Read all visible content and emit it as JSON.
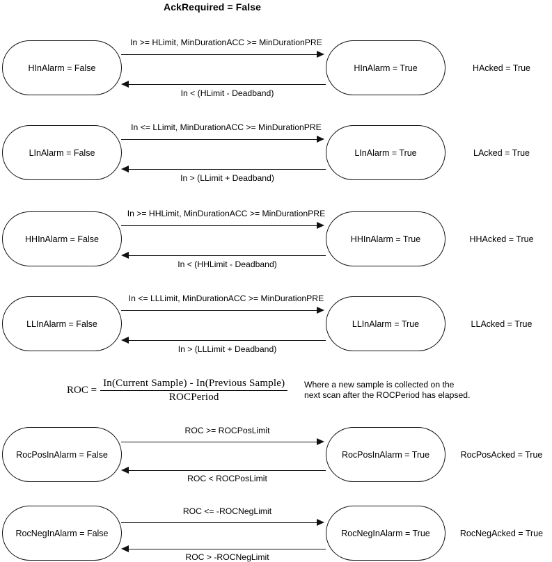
{
  "title": "AckRequired = False",
  "formula": {
    "lhs": "ROC =",
    "numerator": "In(Current Sample) - In(Previous Sample)",
    "denominator": "ROCPeriod"
  },
  "note": {
    "line1": "Where a new sample is collected on the",
    "line2": "next scan after the ROCPeriod has elapsed."
  },
  "rows": [
    {
      "left_state": "HInAlarm = False",
      "right_state": "HInAlarm = True",
      "acked": "HAcked = True",
      "forward_label": "In >= HLimit, MinDurationACC >= MinDurationPRE",
      "back_label": "In < (HLimit - Deadband)"
    },
    {
      "left_state": "LInAlarm = False",
      "right_state": "LInAlarm = True",
      "acked": "LAcked = True",
      "forward_label": "In <= LLimit, MinDurationACC >= MinDurationPRE",
      "back_label": "In > (LLimit + Deadband)"
    },
    {
      "left_state": "HHInAlarm = False",
      "right_state": "HHInAlarm = True",
      "acked": "HHAcked = True",
      "forward_label": "In >= HHLimit, MinDurationACC >= MinDurationPRE",
      "back_label": "In < (HHLimit - Deadband)"
    },
    {
      "left_state": "LLInAlarm = False",
      "right_state": "LLInAlarm = True",
      "acked": "LLAcked = True",
      "forward_label": "In <= LLLimit, MinDurationACC >= MinDurationPRE",
      "back_label": "In > (LLLimit + Deadband)"
    },
    {
      "left_state": "RocPosInAlarm = False",
      "right_state": "RocPosInAlarm = True",
      "acked": "RocPosAcked = True",
      "forward_label": "ROC >=  ROCPosLimit",
      "back_label": "ROC < ROCPosLimit"
    },
    {
      "left_state": "RocNegInAlarm = False",
      "right_state": "RocNegInAlarm = True",
      "acked": "RocNegAcked = True",
      "forward_label": "ROC <= -ROCNegLimit",
      "back_label": "ROC > -ROCNegLimit"
    }
  ]
}
